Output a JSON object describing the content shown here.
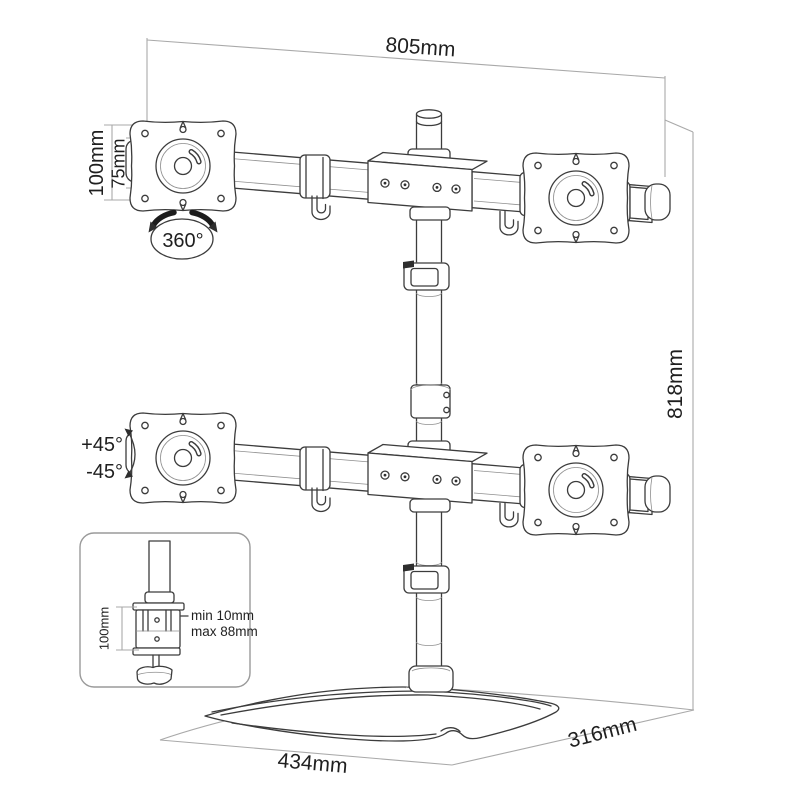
{
  "dimensions": {
    "overall_width": "805mm",
    "overall_height": "818mm",
    "vesa_outer": "100mm",
    "vesa_inner": "75mm",
    "base_width": "434mm",
    "base_depth": "316mm"
  },
  "motion": {
    "rotation": "360°",
    "tilt_up": "+45°",
    "tilt_down": "-45°"
  },
  "clamp_inset": {
    "column_height": "100mm",
    "desk_min": "min 10mm",
    "desk_max": "max 88mm"
  },
  "colors": {
    "background": "#ffffff",
    "product_line": "#3c3c3c",
    "dimension_line": "#a9a9a9",
    "text": "#1f1f1f"
  }
}
